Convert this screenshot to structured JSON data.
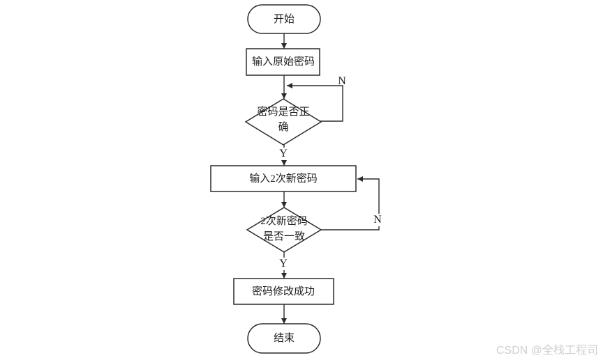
{
  "diagram": {
    "nodes": {
      "start": {
        "label": "开始"
      },
      "input_original": {
        "label": "输入原始密码"
      },
      "password_correct": {
        "lines": [
          "密码是否正",
          "确"
        ]
      },
      "input_new_twice": {
        "label": "输入2次新密码"
      },
      "passwords_match": {
        "lines": [
          "2次新密码",
          "是否一致"
        ]
      },
      "change_success": {
        "label": "密码修改成功"
      },
      "end": {
        "label": "结束"
      }
    },
    "edge_labels": {
      "password_correct_no": "N",
      "password_correct_yes": "Y",
      "passwords_match_no": "N",
      "passwords_match_yes": "Y"
    }
  },
  "watermark": {
    "text": "CSDN @全栈工程司"
  },
  "colors": {
    "background": "#ffffff",
    "stroke": "#2b2b2b",
    "watermark": "#cfcfcf"
  }
}
